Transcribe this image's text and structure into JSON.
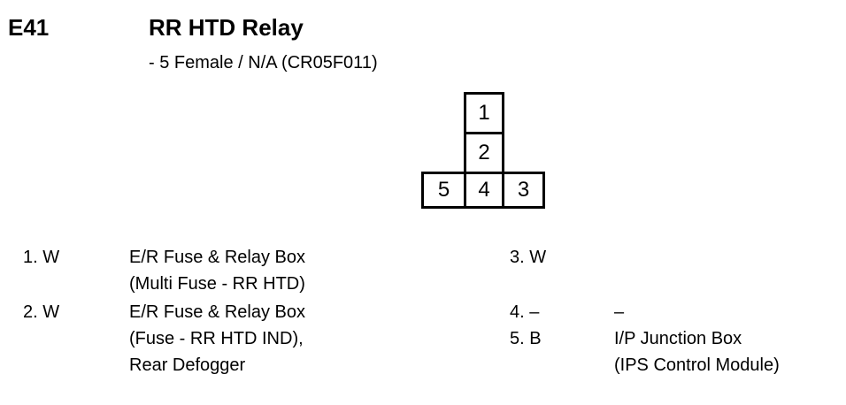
{
  "connector": {
    "code": "E41",
    "name": "RR HTD Relay",
    "spec": "- 5 Female / N/A (CR05F011)",
    "pins_diagram": [
      "1",
      "2",
      "5",
      "4",
      "3"
    ]
  },
  "pins": [
    {
      "label": "1. W",
      "lines": [
        "E/R Fuse & Relay Box",
        "(Multi Fuse - RR HTD)"
      ]
    },
    {
      "label": "2. W",
      "lines": [
        "E/R Fuse & Relay Box",
        "(Fuse - RR HTD IND),",
        "Rear Defogger"
      ]
    },
    {
      "label": "3. W",
      "lines": []
    },
    {
      "label": "4. –",
      "lines": [
        "–"
      ]
    },
    {
      "label": "5. B",
      "lines": [
        "I/P Junction Box",
        "(IPS Control Module)"
      ]
    }
  ]
}
